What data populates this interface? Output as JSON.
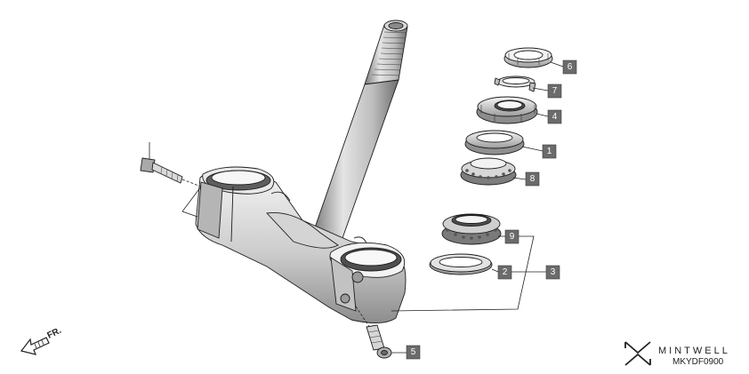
{
  "callouts": [
    {
      "id": "6",
      "label": "6"
    },
    {
      "id": "7",
      "label": "7"
    },
    {
      "id": "4",
      "label": "4"
    },
    {
      "id": "1",
      "label": "1"
    },
    {
      "id": "8",
      "label": "8"
    },
    {
      "id": "9",
      "label": "9"
    },
    {
      "id": "2",
      "label": "2"
    },
    {
      "id": "3",
      "label": "3"
    },
    {
      "id": "5",
      "label": "5"
    }
  ],
  "direction": {
    "label": "FR."
  },
  "brand": {
    "name": "MINTWELL",
    "code": "MKYDF0900"
  },
  "colors": {
    "callout": "#6b6b6b",
    "line": "#1e1e1e",
    "part_light": "#f2f2f2",
    "part_mid": "#cfcfcf",
    "part_dark": "#9a9a9a"
  }
}
